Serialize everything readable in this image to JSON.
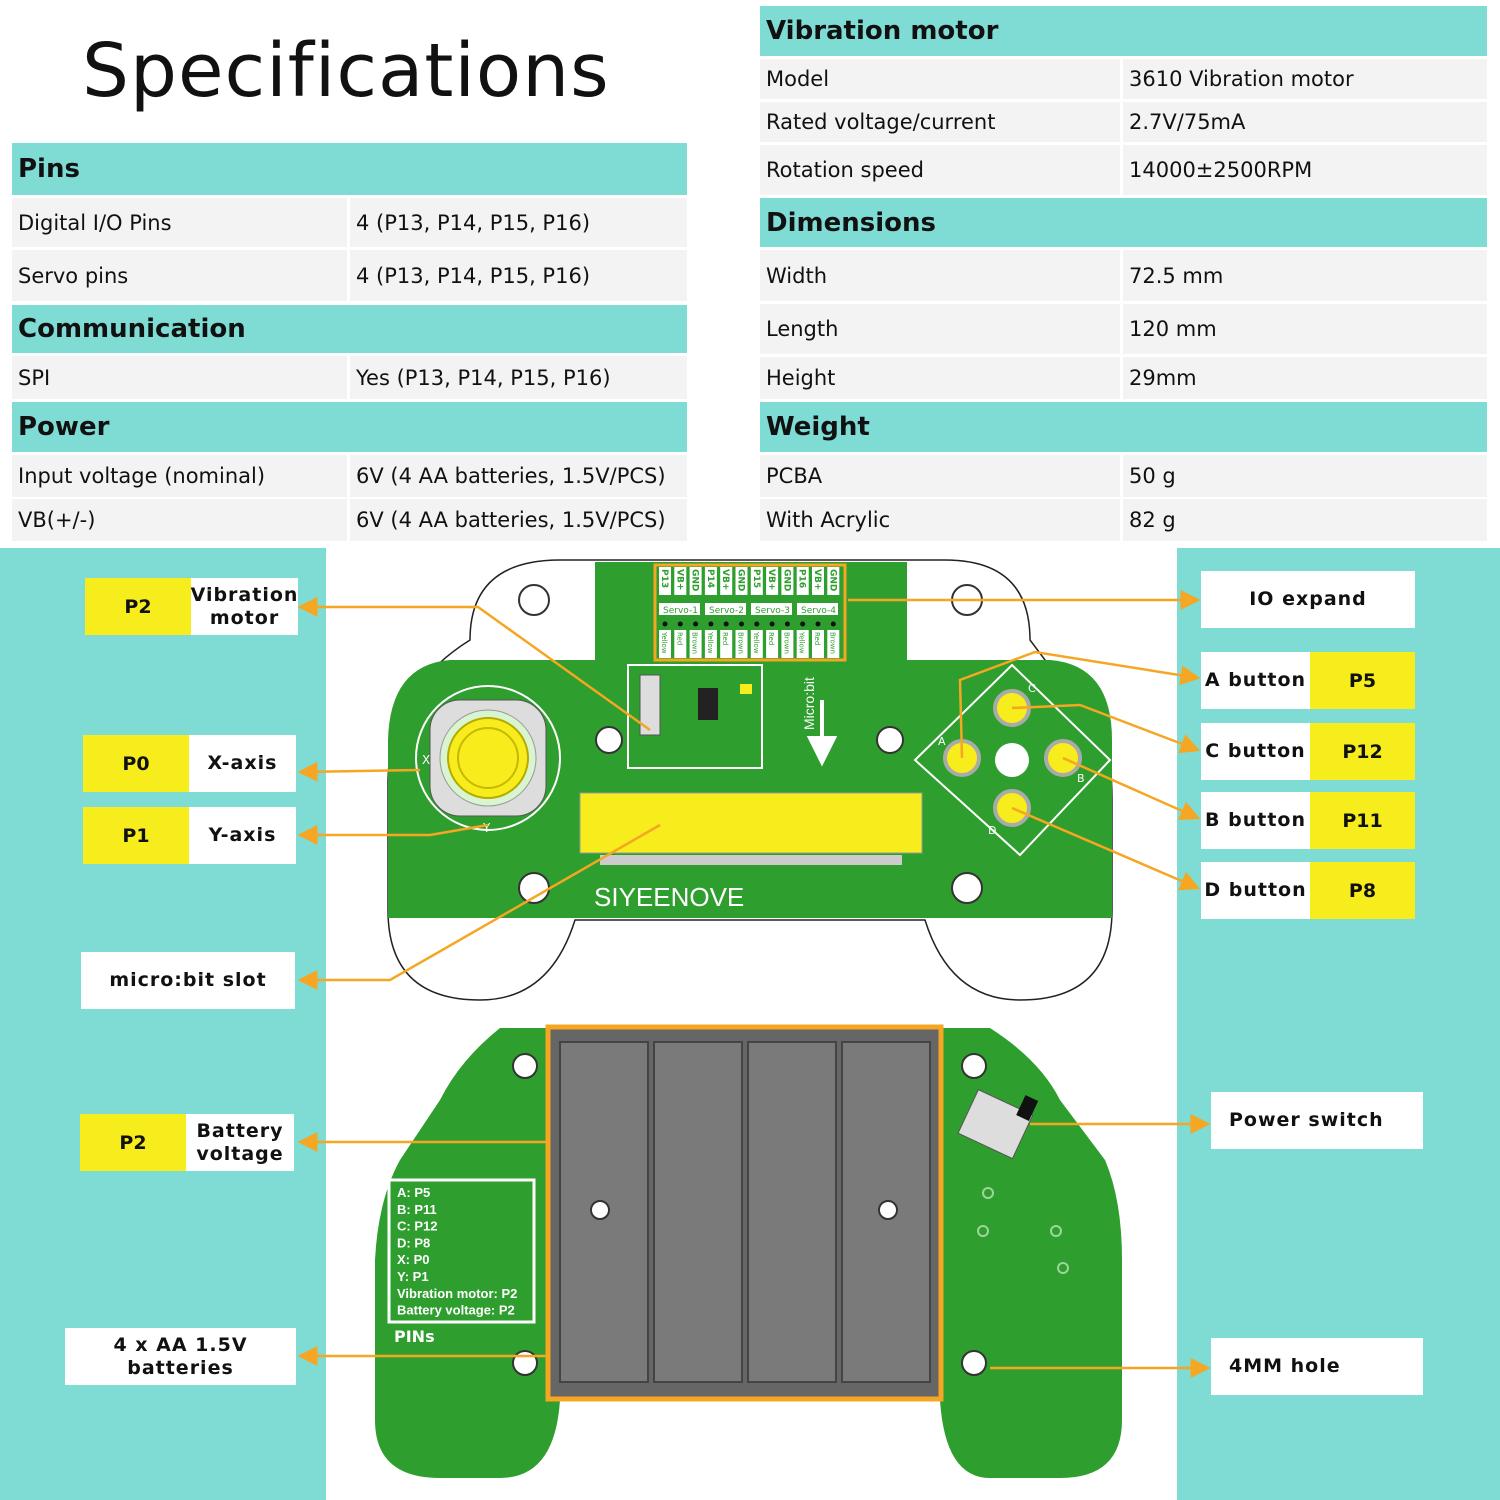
{
  "title": "Specifications",
  "left_table": {
    "pins": {
      "header": "Pins",
      "rows": [
        [
          "Digital I/O Pins",
          "4 (P13, P14, P15, P16)"
        ],
        [
          "Servo pins",
          "4 (P13, P14, P15, P16)"
        ]
      ]
    },
    "communication": {
      "header": "Communication",
      "rows": [
        [
          "SPI",
          "Yes (P13, P14, P15, P16)"
        ]
      ]
    },
    "power": {
      "header": "Power",
      "rows": [
        [
          "Input voltage (nominal)",
          "6V (4 AA batteries, 1.5V/PCS)"
        ],
        [
          "VB(+/-)",
          "6V (4 AA batteries, 1.5V/PCS)"
        ]
      ]
    }
  },
  "right_table": {
    "vibration": {
      "header": "Vibration motor",
      "rows": [
        [
          "Model",
          "3610 Vibration motor"
        ],
        [
          "Rated voltage/current",
          "2.7V/75mA"
        ],
        [
          "Rotation speed",
          "14000±2500RPM"
        ]
      ]
    },
    "dimensions": {
      "header": "Dimensions",
      "rows": [
        [
          "Width",
          "72.5 mm"
        ],
        [
          "Length",
          "120 mm"
        ],
        [
          "Height",
          "29mm"
        ]
      ]
    },
    "weight": {
      "header": "Weight",
      "rows": [
        [
          "PCBA",
          "50 g"
        ],
        [
          "With Acrylic",
          "82 g"
        ]
      ]
    }
  },
  "labels_left": {
    "vibration": {
      "pin": "P2",
      "name": "Vibration motor"
    },
    "xaxis": {
      "pin": "P0",
      "name": "X-axis"
    },
    "yaxis": {
      "pin": "P1",
      "name": "Y-axis"
    },
    "slot": {
      "name": "micro:bit slot"
    },
    "battery_voltage": {
      "pin": "P2",
      "name": "Battery voltage"
    },
    "batteries": {
      "name": "4 x AA 1.5V batteries"
    }
  },
  "labels_right": {
    "io": {
      "name": "IO expand"
    },
    "a": {
      "name": "A button",
      "pin": "P5"
    },
    "c": {
      "name": "C button",
      "pin": "P12"
    },
    "b": {
      "name": "B button",
      "pin": "P11"
    },
    "d": {
      "name": "D button",
      "pin": "P8"
    },
    "power": {
      "name": "Power switch"
    },
    "hole": {
      "name": "4MM hole"
    }
  },
  "pcb": {
    "header_pins": [
      "P13",
      "VB+",
      "GND",
      "P14",
      "VB+",
      "GND",
      "P15",
      "VB+",
      "GND",
      "P16",
      "VB+",
      "GND"
    ],
    "servos": [
      "Servo-1",
      "Servo-2",
      "Servo-3",
      "Servo-4"
    ],
    "wires": [
      "Yellow",
      "Red",
      "Brown",
      "Yellow",
      "Red",
      "Brown",
      "Yellow",
      "Red",
      "Brown",
      "Yellow",
      "Red",
      "Brown"
    ],
    "microbit": "Micro:bit",
    "brand": "SIYEENOVE",
    "buttons": [
      "A",
      "B",
      "C",
      "D"
    ],
    "axes": [
      "X",
      "Y"
    ],
    "pins_box": [
      "A: P5",
      "B: P11",
      "C: P12",
      "D: P8",
      "X: P0",
      "Y: P1",
      "Vibration motor: P2",
      "Battery voltage: P2"
    ],
    "pins_title": "PINs"
  },
  "colors": {
    "teal": "#7edcd5",
    "yellow": "#f7ec1c",
    "orange": "#f5a623",
    "green": "#2e9e2e"
  }
}
